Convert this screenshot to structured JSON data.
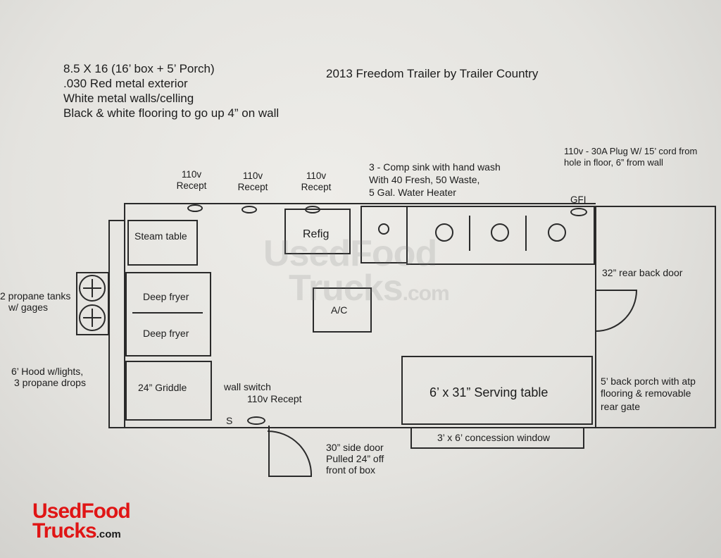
{
  "specs": [
    "8.5 X 16 (16’ box + 5’ Porch)",
    ".030 Red metal  exterior",
    "White metal walls/celling",
    "Black & white flooring to go up 4” on wall"
  ],
  "title": "2013 Freedom Trailer by Trailer Country",
  "labels": {
    "plug_line1": "110v - 30A Plug W/ 15’ cord from",
    "plug_line2": "hole in floor, 6” from wall",
    "sink_line1": "3 - Comp sink with hand wash",
    "sink_line2": "With 40 Fresh, 50 Waste,",
    "sink_line3": "5 Gal. Water Heater",
    "recept1_a": "110v",
    "recept1_b": "Recept",
    "recept2_a": "110v",
    "recept2_b": "Recept",
    "recept3_a": "110v",
    "recept3_b": "Recept",
    "gfi": "GFI",
    "steam_table": "Steam table",
    "refig": "Refig",
    "ac": "A/C",
    "deep_fryer_1": "Deep fryer",
    "deep_fryer_2": "Deep fryer",
    "griddle": "24” Griddle",
    "propane_1": "2 propane tanks",
    "propane_2": "w/ gages",
    "hood_1": "6’ Hood w/lights,",
    "hood_2": "3 propane drops",
    "wall_switch": "wall switch",
    "recept_bottom": "110v Recept",
    "switch_s": "S",
    "rear_door": "32” rear back door",
    "porch_1": "5’ back porch with atp",
    "porch_2": "flooring & removable",
    "porch_3": "rear gate",
    "serving_table": "6’ x 31” Serving table",
    "concession_window": "3’ x 6’ concession window",
    "side_door_1": "30” side door",
    "side_door_2": "Pulled 24” off",
    "side_door_3": "front of box"
  },
  "watermark": {
    "line1": "UsedFood",
    "line2": "Trucks",
    "suffix": ".com"
  },
  "logo": {
    "line1": "UsedFood",
    "line2": "Trucks",
    "suffix": ".com",
    "brand_color": "#e01515"
  }
}
